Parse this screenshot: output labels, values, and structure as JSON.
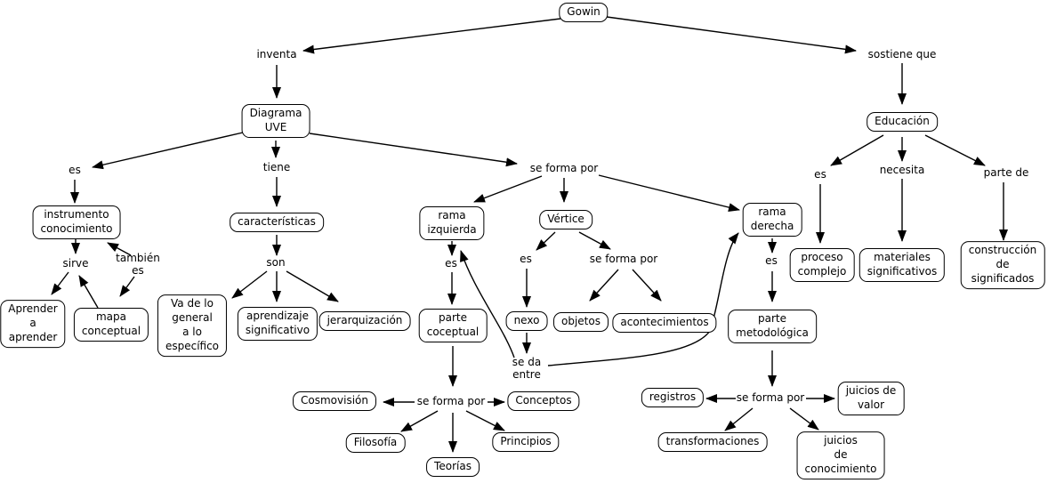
{
  "concept_map": {
    "nodes": {
      "gowin": "Gowin",
      "diagrama_uve": "Diagrama\nUVE",
      "instrumento_conocimiento": "instrumento\nconocimiento",
      "aprender_a_aprender": "Aprender\na\naprender",
      "mapa_conceptual": "mapa\nconceptual",
      "caracteristicas": "características",
      "va_general_especifico": "Va de lo\ngeneral\na lo\nespecífico",
      "aprendizaje_significativo": "aprendizaje\nsignificativo",
      "jerarquizacion": "jerarquización",
      "rama_izquierda": "rama\nizquierda",
      "vertice": "Vértice",
      "rama_derecha": "rama\nderecha",
      "parte_coceptual": "parte\ncoceptual",
      "nexo": "nexo",
      "objetos": "objetos",
      "acontecimientos": "acontecimientos",
      "parte_metodologica": "parte\nmetodológica",
      "educacion": "Educación",
      "proceso_complejo": "proceso\ncomplejo",
      "materiales_significativos": "materiales\nsignificativos",
      "construccion_significados": "construcción de\nsignificados",
      "cosmovision": "Cosmovisión",
      "conceptos": "Conceptos",
      "filosofia": "Filosofía",
      "teorias": "Teorías",
      "principios": "Principios",
      "registros": "registros",
      "juicios_valor": "juicios de\nvalor",
      "transformaciones": "transformaciones",
      "juicios_conocimiento": "juicios\nde\nconocimiento"
    },
    "links": {
      "inventa": "inventa",
      "sostiene_que": "sostiene que",
      "es_uve": "es",
      "tiene": "tiene",
      "se_forma_por_uve": "se forma por",
      "sirve": "sirve",
      "tambien_es": "también\nes",
      "son": "son",
      "es_rama_izquierda": "es",
      "es_vertice": "es",
      "se_forma_por_vertice": "se forma por",
      "es_rama_derecha": "es",
      "se_da_entre": "se da\nentre",
      "se_forma_por_conceptual": "se forma por",
      "se_forma_por_metodologica": "se forma por",
      "es_educacion": "es",
      "necesita": "necesita",
      "parte_de": "parte de"
    },
    "colors": {
      "line": "#000000",
      "box_border": "#000000",
      "box_fill": "#ffffff",
      "background": "#ffffff",
      "text": "#000000"
    }
  }
}
